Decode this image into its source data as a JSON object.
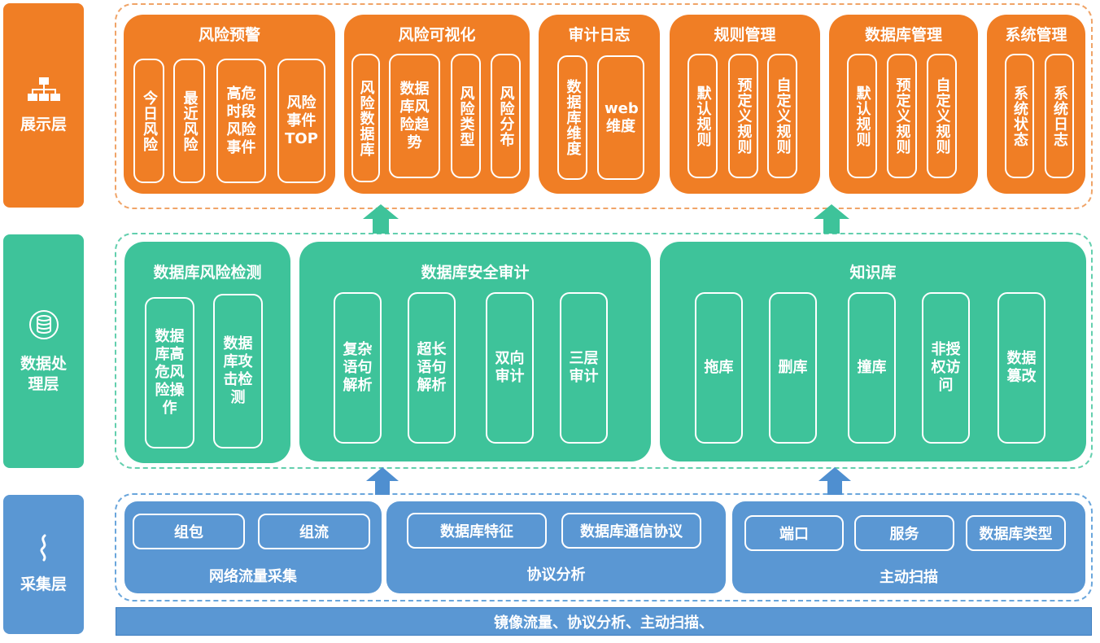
{
  "layers": {
    "display": {
      "label": "展示层",
      "icon": "sitemap-icon",
      "color": "#f07e25"
    },
    "processing": {
      "label": "数据处理层",
      "icon": "database-icon",
      "color": "#3ec39a"
    },
    "collection": {
      "label": "采集层",
      "icon": "squiggle-icon",
      "color": "#5a97d3"
    }
  },
  "display": {
    "risk_alert": {
      "title": "风险预警",
      "items": [
        "今日风险",
        "最近风险",
        "高危时段风险事件",
        "风险事件TOP"
      ]
    },
    "risk_visual": {
      "title": "风险可视化",
      "items": [
        "风险数据库",
        "数据库风险趋势",
        "风险类型",
        "风险分布"
      ]
    },
    "audit_log": {
      "title": "审计日志",
      "items": [
        "数据库维度",
        "web维度"
      ]
    },
    "rule_mgmt": {
      "title": "规则管理",
      "items": [
        "默认规则",
        "预定义规则",
        "自定义规则"
      ]
    },
    "db_mgmt": {
      "title": "数据库管理",
      "items": [
        "默认规则",
        "预定义规则",
        "自定义规则"
      ]
    },
    "sys_mgmt": {
      "title": "系统管理",
      "items": [
        "系统状态",
        "系统日志"
      ]
    }
  },
  "processing": {
    "risk_detect": {
      "title": "数据库风险检测",
      "items": [
        "数据库高危风险操作",
        "数据库攻击检测"
      ]
    },
    "security_audit": {
      "title": "数据库安全审计",
      "items": [
        "复杂语句解析",
        "超长语句解析",
        "双向审计",
        "三层审计"
      ]
    },
    "knowledge": {
      "title": "知识库",
      "items": [
        "拖库",
        "删库",
        "撞库",
        "非授权访问",
        "数据篡改"
      ]
    }
  },
  "collection": {
    "traffic": {
      "title": "网络流量采集",
      "items": [
        "组包",
        "组流"
      ]
    },
    "protocol": {
      "title": "协议分析",
      "items": [
        "数据库特征",
        "数据库通信协议"
      ]
    },
    "scan": {
      "title": "主动扫描",
      "items": [
        "端口",
        "服务",
        "数据库类型"
      ]
    }
  },
  "footer": "镜像流量、协议分析、主动扫描、",
  "colors": {
    "orange": "#f07e25",
    "green": "#3ec39a",
    "blue": "#5a97d3",
    "arrow_green": "#3ec39a",
    "arrow_blue": "#4f8fd0"
  }
}
